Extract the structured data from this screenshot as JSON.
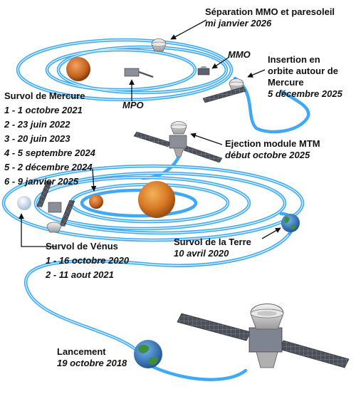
{
  "events": {
    "separation": {
      "title": "Séparation MMO et paresoleil",
      "date": "mi janvier 2026"
    },
    "insertion": {
      "title_lines": [
        "Insertion en",
        "orbite autour de",
        "Mercure"
      ],
      "date": "5 décembre 2025"
    },
    "ejection": {
      "title": "Ejection module MTM",
      "date": "début octobre 2025"
    },
    "mercury_flybys": {
      "title": "Survol de Mercure",
      "items": [
        "1 - 1 octobre 2021",
        "2 - 23 juin 2022",
        "3 - 20 juin 2023",
        "4 - 5 septembre 2024",
        "5 - 2 décembre 2024",
        "6 - 9 janvier 2025"
      ]
    },
    "venus_flybys": {
      "title": "Survol de Vénus",
      "items": [
        "1 - 16 octobre 2020",
        "2 - 11 aout 2021"
      ]
    },
    "earth_flyby": {
      "title": "Survol de  la Terre",
      "date": "10 avril 2020"
    },
    "launch": {
      "title": "Lancement",
      "date": "19 octobre 2018"
    }
  },
  "spacecraft_labels": {
    "mmo": "MMO",
    "mpo": "MPO"
  },
  "colors": {
    "orbit": "#3fa9f5",
    "orbit_highlight": "#d6f0ff",
    "sun": "#d87a26",
    "mercury": "#c4631f",
    "earth_land": "#3e8e3e",
    "earth_water": "#2f6fb3",
    "venus": "#c9d9ea",
    "solar_panel": "#4a4f5a"
  }
}
